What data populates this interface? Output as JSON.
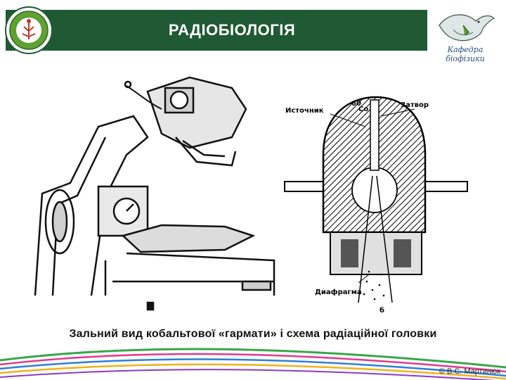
{
  "header": {
    "title": "РАДІОБІОЛОГІЯ",
    "right_logo_caption": "Кафедра біофізики",
    "left_logo_icon": "university-emblem-icon",
    "right_logo_icon": "dove-emblem-icon"
  },
  "figure": {
    "icon": "cobalt-gun-illustration",
    "labels": {
      "source": "Источник",
      "co": "Co",
      "co_mass": "60",
      "shutter": "Затвор",
      "diaphragm": "Диафрагма",
      "beam": "б"
    }
  },
  "caption": "Зальний вид кобальтової «гармати» і схема радіаційної головки",
  "footer": {
    "copyright": "© В.С. Мартинюк"
  },
  "colors": {
    "header_band": "#1f5a34",
    "title_text": "#ffffff"
  }
}
